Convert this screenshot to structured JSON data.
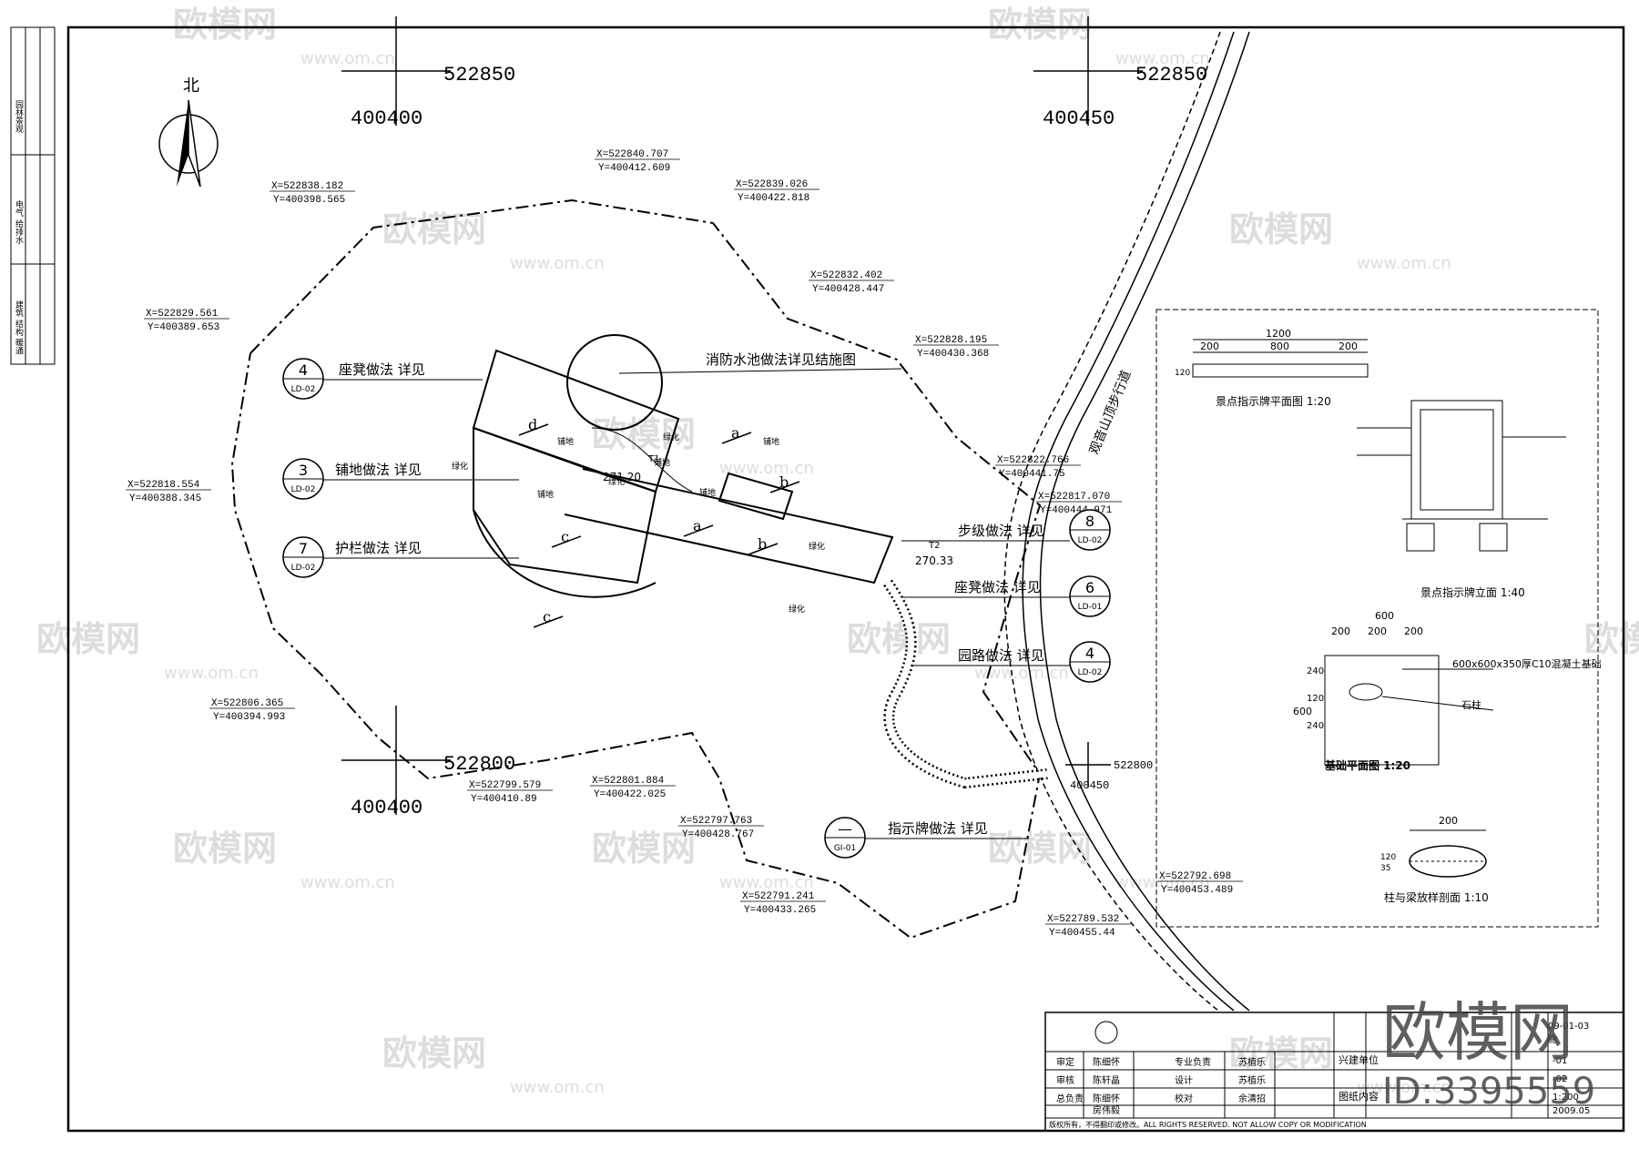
{
  "north_label": "北",
  "grid_marks": [
    {
      "n": "522850",
      "e": "400400"
    },
    {
      "n": "522850",
      "e": "400450"
    },
    {
      "n": "522800",
      "e": "400400"
    },
    {
      "n": "522800",
      "e": "400450"
    }
  ],
  "boundary_points": [
    {
      "x": "X=522838.182",
      "y": "Y=400398.565"
    },
    {
      "x": "X=522840.707",
      "y": "Y=400412.609"
    },
    {
      "x": "X=522839.026",
      "y": "Y=400422.818"
    },
    {
      "x": "X=522832.402",
      "y": "Y=400428.447"
    },
    {
      "x": "X=522828.195",
      "y": "Y=400430.368"
    },
    {
      "x": "X=522822.766",
      "y": "Y=400441.75"
    },
    {
      "x": "X=522817.070",
      "y": "Y=400444.971"
    },
    {
      "x": "X=522829.561",
      "y": "Y=400389.653"
    },
    {
      "x": "X=522818.554",
      "y": "Y=400388.345"
    },
    {
      "x": "X=522806.365",
      "y": "Y=400394.993"
    },
    {
      "x": "X=522799.579",
      "y": "Y=400410.89"
    },
    {
      "x": "X=522801.884",
      "y": "Y=400422.025"
    },
    {
      "x": "X=522797.763",
      "y": "Y=400428.767"
    },
    {
      "x": "X=522791.241",
      "y": "Y=400433.265"
    },
    {
      "x": "X=522792.698",
      "y": "Y=400453.489"
    },
    {
      "x": "X=522789.532",
      "y": "Y=400455.44"
    }
  ],
  "callouts": [
    {
      "text": "座凳做法 详见",
      "num": "4",
      "ref": "LD-02"
    },
    {
      "text": "铺地做法 详见",
      "num": "3",
      "ref": "LD-02"
    },
    {
      "text": "护栏做法 详见",
      "num": "7",
      "ref": "LD-02"
    },
    {
      "text": "步级做法 详见",
      "num": "8",
      "ref": "LD-02"
    },
    {
      "text": "座凳做法 详见",
      "num": "6",
      "ref": "LD-01"
    },
    {
      "text": "园路做法 详见",
      "num": "4",
      "ref": "LD-02"
    },
    {
      "text": "指示牌做法 详见",
      "num": "—",
      "ref": "GI-01"
    }
  ],
  "pool_note": "消防水池做法详见结施图",
  "road_label": "观音山顶步行道",
  "elevations": [
    "271.20",
    "270.33"
  ],
  "elev_tags": [
    "T1",
    "T2"
  ],
  "plan_labels": [
    "铺地",
    "绿化",
    "铺地",
    "绿化",
    "铺地",
    "铺地",
    "绿化",
    "铺地",
    "绿化",
    "绿化"
  ],
  "section_letters": [
    "a",
    "a",
    "b",
    "b",
    "c",
    "c",
    "d"
  ],
  "detail": {
    "sign_plan_title": "景点指示牌平面图 1:20",
    "sign_plan_dims": [
      "1200",
      "200",
      "800",
      "200",
      "120"
    ],
    "sign_elev_title": "景点指示牌立面 1:40",
    "found_title": "基础平面图 1:20",
    "found_dims": [
      "600",
      "200",
      "200",
      "200",
      "600",
      "240",
      "120",
      "240"
    ],
    "found_note1": "600x600x350厚C10混凝土基础",
    "found_note2": "石柱",
    "beam_title": "柱与梁放样剖面 1:10",
    "beam_dims": [
      "200",
      "120",
      "35"
    ]
  },
  "title_block": {
    "rows": [
      [
        "审定",
        "陈细怀",
        "专业负责",
        "苏植乐"
      ],
      [
        "审核",
        "陈轩晶",
        "设计",
        "苏植乐"
      ],
      [
        "总负责",
        "陈细怀",
        "校对",
        "余清招"
      ],
      [
        "",
        "房伟毅",
        "",
        ""
      ]
    ],
    "client_label": "兴建单位",
    "drawing_label": "图纸内容",
    "right_vals": [
      "09-01-03",
      "施",
      "-01",
      "-02",
      "1:200",
      "2009.05"
    ],
    "copyright": "版权所有，不得翻印或修改。ALL RIGHTS RESERVED. NOT ALLOW COPY OR MODIFICATION"
  },
  "left_strip": [
    "园林景观",
    "电气 给排水",
    "建筑 结构 暖通"
  ],
  "watermark_brand": "欧模网",
  "watermark_url": "www.om.cn",
  "watermark_id": "ID:3395559"
}
